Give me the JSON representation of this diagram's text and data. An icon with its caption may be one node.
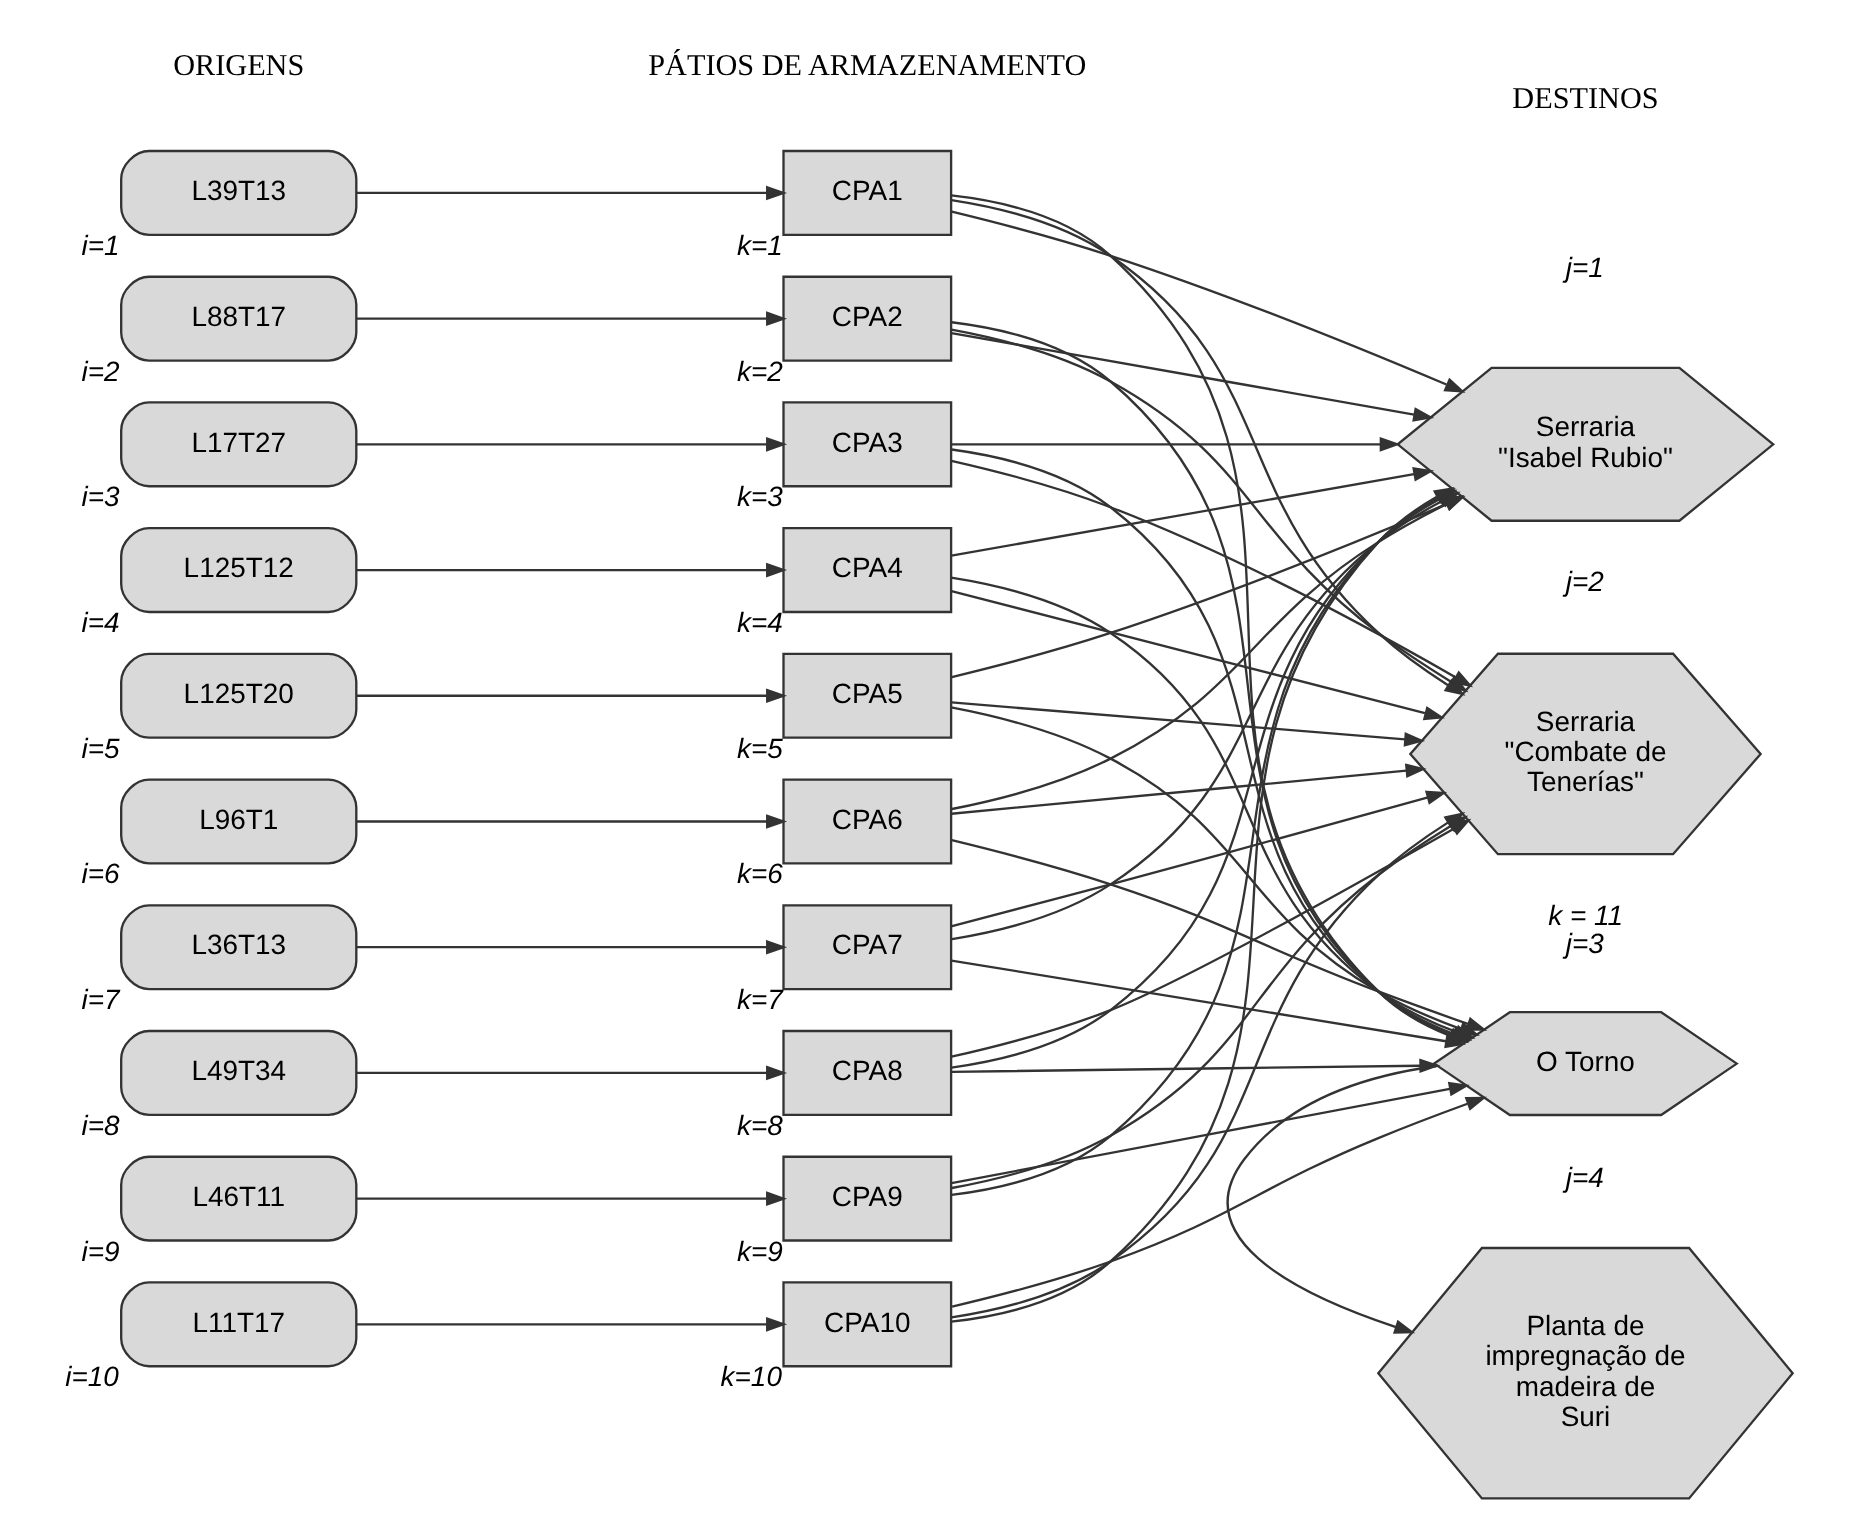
{
  "diagram": {
    "nodes": [
      {
        "text": [
          "L39T13"
        ],
        "beside": [
          "i=1"
        ]
      },
      {
        "text": [
          "L88T17"
        ],
        "beside": [
          "i=2"
        ]
      },
      {
        "text": [
          "L17T27"
        ],
        "beside": [
          "i=3"
        ]
      },
      {
        "text": [
          "L125T12"
        ],
        "beside": [
          "i=4"
        ]
      },
      {
        "text": [
          "L125T20"
        ],
        "beside": [
          "i=5"
        ]
      },
      {
        "text": [
          "L96T1"
        ],
        "beside": [
          "i=6"
        ]
      },
      {
        "text": [
          "L36T13"
        ],
        "beside": [
          "i=7"
        ]
      },
      {
        "text": [
          "L49T34"
        ],
        "beside": [
          "i=8"
        ]
      },
      {
        "text": [
          "L46T11"
        ],
        "beside": [
          "i=9"
        ]
      },
      {
        "text": [
          "L11T17"
        ],
        "beside": [
          "i=10"
        ]
      },
      {
        "text": [
          "CPA1"
        ],
        "beside": [
          "k=1"
        ]
      },
      {
        "text": [
          "CPA2"
        ],
        "beside": [
          "k=2"
        ]
      },
      {
        "text": [
          "CPA3"
        ],
        "beside": [
          "k=3"
        ]
      },
      {
        "text": [
          "CPA4"
        ],
        "beside": [
          "k=4"
        ]
      },
      {
        "text": [
          "CPA5"
        ],
        "beside": [
          "k=5"
        ]
      },
      {
        "text": [
          "CPA6"
        ],
        "beside": [
          "k=6"
        ]
      },
      {
        "text": [
          "CPA7"
        ],
        "beside": [
          "k=7"
        ]
      },
      {
        "text": [
          "CPA8"
        ],
        "beside": [
          "k=8"
        ]
      },
      {
        "text": [
          "CPA9"
        ],
        "beside": [
          "k=9"
        ]
      },
      {
        "text": [
          "CPA10"
        ],
        "beside": [
          "k=10"
        ]
      },
      {
        "text": [
          "Serraria \"Isabel Rubio\""
        ],
        "beside": [
          "j=1"
        ]
      },
      {
        "text": [
          "Serraria \"Combate de Tenerías\""
        ],
        "beside": [
          "j=2"
        ]
      },
      {
        "text": [
          "O Torno"
        ],
        "beside": [
          "k = 11",
          "j=3"
        ]
      },
      {
        "text": [
          "Planta de impregnação de madeira de Suri"
        ],
        "beside": [
          "j=4"
        ]
      }
    ],
    "edges": [
      {
        "from": 0,
        "to": 10,
        "arrow": "to"
      },
      {
        "from": 1,
        "to": 11,
        "arrow": "to"
      },
      {
        "from": 2,
        "to": 12,
        "arrow": "to"
      },
      {
        "from": 3,
        "to": 13,
        "arrow": "to"
      },
      {
        "from": 4,
        "to": 14,
        "arrow": "to"
      },
      {
        "from": 5,
        "to": 15,
        "arrow": "to"
      },
      {
        "from": 6,
        "to": 16,
        "arrow": "to"
      },
      {
        "from": 7,
        "to": 17,
        "arrow": "to"
      },
      {
        "from": 8,
        "to": 18,
        "arrow": "to"
      },
      {
        "from": 9,
        "to": 19,
        "arrow": "to"
      },
      {
        "from": 10,
        "to": 20,
        "arrow": "to"
      },
      {
        "from": 10,
        "to": 21,
        "arrow": "to"
      },
      {
        "from": 10,
        "to": 22,
        "arrow": "to"
      },
      {
        "from": 11,
        "to": 20,
        "arrow": "to"
      },
      {
        "from": 11,
        "to": 21,
        "arrow": "to"
      },
      {
        "from": 11,
        "to": 22,
        "arrow": "to"
      },
      {
        "from": 12,
        "to": 20,
        "arrow": "to"
      },
      {
        "from": 12,
        "to": 21,
        "arrow": "to"
      },
      {
        "from": 12,
        "to": 22,
        "arrow": "to"
      },
      {
        "from": 13,
        "to": 20,
        "arrow": "to"
      },
      {
        "from": 13,
        "to": 21,
        "arrow": "to"
      },
      {
        "from": 13,
        "to": 22,
        "arrow": "to"
      },
      {
        "from": 14,
        "to": 20,
        "arrow": "to"
      },
      {
        "from": 14,
        "to": 21,
        "arrow": "to"
      },
      {
        "from": 14,
        "to": 22,
        "arrow": "to"
      },
      {
        "from": 15,
        "to": 20,
        "arrow": "to"
      },
      {
        "from": 15,
        "to": 21,
        "arrow": "to"
      },
      {
        "from": 15,
        "to": 22,
        "arrow": "to"
      },
      {
        "from": 16,
        "to": 20,
        "arrow": "to"
      },
      {
        "from": 16,
        "to": 21,
        "arrow": "to"
      },
      {
        "from": 16,
        "to": 22,
        "arrow": "to"
      },
      {
        "from": 17,
        "to": 20,
        "arrow": "to"
      },
      {
        "from": 17,
        "to": 21,
        "arrow": "to"
      },
      {
        "from": 17,
        "to": 22,
        "arrow": "to"
      },
      {
        "from": 18,
        "to": 20,
        "arrow": "to"
      },
      {
        "from": 18,
        "to": 21,
        "arrow": "to"
      },
      {
        "from": 18,
        "to": 22,
        "arrow": "to"
      },
      {
        "from": 19,
        "to": 20,
        "arrow": "to"
      },
      {
        "from": 19,
        "to": 21,
        "arrow": "to"
      },
      {
        "from": 19,
        "to": 22,
        "arrow": "to"
      },
      {
        "from": 22,
        "to": 23,
        "arrow": "to"
      }
    ],
    "labels": [
      "ORIGENS",
      "PÁTIOS DE ARMAZENAMENTO",
      "DESTINOS"
    ]
  }
}
